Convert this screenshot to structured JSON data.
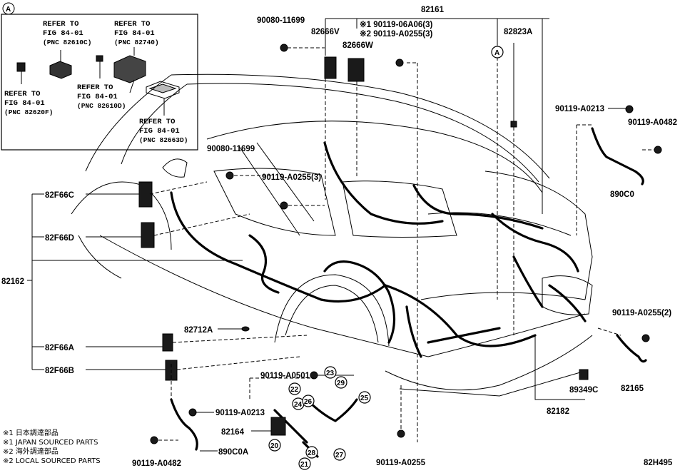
{
  "inset": {
    "marker": "A",
    "refs": [
      {
        "line1": "REFER TO",
        "line2": "FIG 84-01",
        "line3": "(PNC 82610C)"
      },
      {
        "line1": "REFER TO",
        "line2": "FIG 84-01",
        "line3": "(PNC 82740)"
      },
      {
        "line1": "REFER TO",
        "line2": "FIG 84-01",
        "line3": "(PNC 82610D)"
      },
      {
        "line1": "REFER TO",
        "line2": "FIG 84-01",
        "line3": "(PNC 82620F)"
      },
      {
        "line1": "REFER TO",
        "line2": "FIG 84-01",
        "line3": "(PNC 82663D)"
      }
    ]
  },
  "labels": {
    "p90080_top": "90080-11699",
    "p82666v": "82666V",
    "p82666w": "82666W",
    "note1_part": "※1 90119-06A06(3)",
    "note2_part": "※2 90119-A0255(3)",
    "p82161": "82161",
    "p82823a": "82823A",
    "marker_a": "A",
    "p90119_a0213_right": "90119-A0213",
    "p90119_a0482_right": "90119-A0482",
    "p890c0": "890C0",
    "p90080_mid": "90080-11699",
    "p90119_a0255_3": "90119-A0255(3)",
    "p82f66c": "82F66C",
    "p82f66d": "82F66D",
    "p82162": "82162",
    "p82712a": "82712A",
    "p82f66a": "82F66A",
    "p82f66b": "82F66B",
    "p90119_a0501": "90119-A0501",
    "p90119_a0255_2": "90119-A0255(2)",
    "p82165": "82165",
    "p89349c": "89349C",
    "p82182": "82182",
    "p90119_a0213_left": "90119-A0213",
    "p82164": "82164",
    "p890c0a": "890C0A",
    "p90119_a0482_left": "90119-A0482",
    "p90119_a0255_bottom": "90119-A0255",
    "figure_code": "82H495"
  },
  "callouts": [
    "20",
    "21",
    "22",
    "23",
    "24",
    "25",
    "26",
    "27",
    "28",
    "29"
  ],
  "notes": [
    "※1 日本調達部品",
    "※1 JAPAN SOURCED PARTS",
    "※2 海外調達部品",
    "※2 LOCAL SOURCED PARTS"
  ]
}
